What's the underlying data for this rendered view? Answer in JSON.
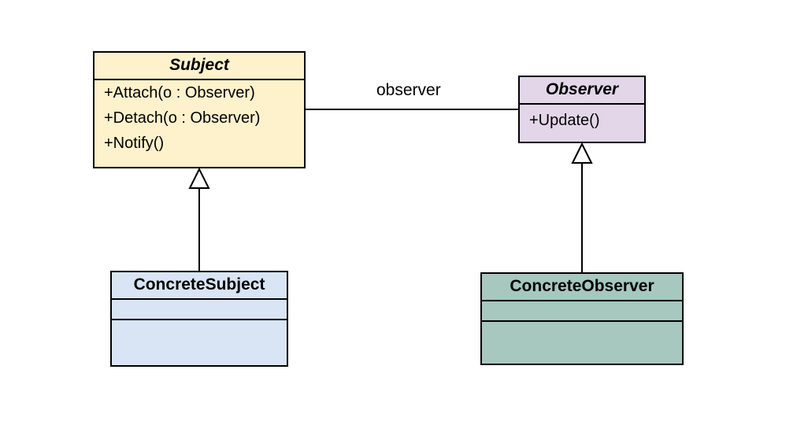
{
  "diagram": {
    "association_label": "observer",
    "classes": {
      "subject": {
        "name": "Subject",
        "methods": [
          "+Attach(o : Observer)",
          "+Detach(o : Observer)",
          "+Notify()"
        ],
        "fill": "#fdf2cc"
      },
      "observer": {
        "name": "Observer",
        "methods": [
          "+Update()"
        ],
        "fill": "#e2d6e8"
      },
      "concrete_subject": {
        "name": "ConcreteSubject",
        "fill": "#d9e4f4"
      },
      "concrete_observer": {
        "name": "ConcreteObserver",
        "fill": "#a6c8be"
      }
    }
  }
}
